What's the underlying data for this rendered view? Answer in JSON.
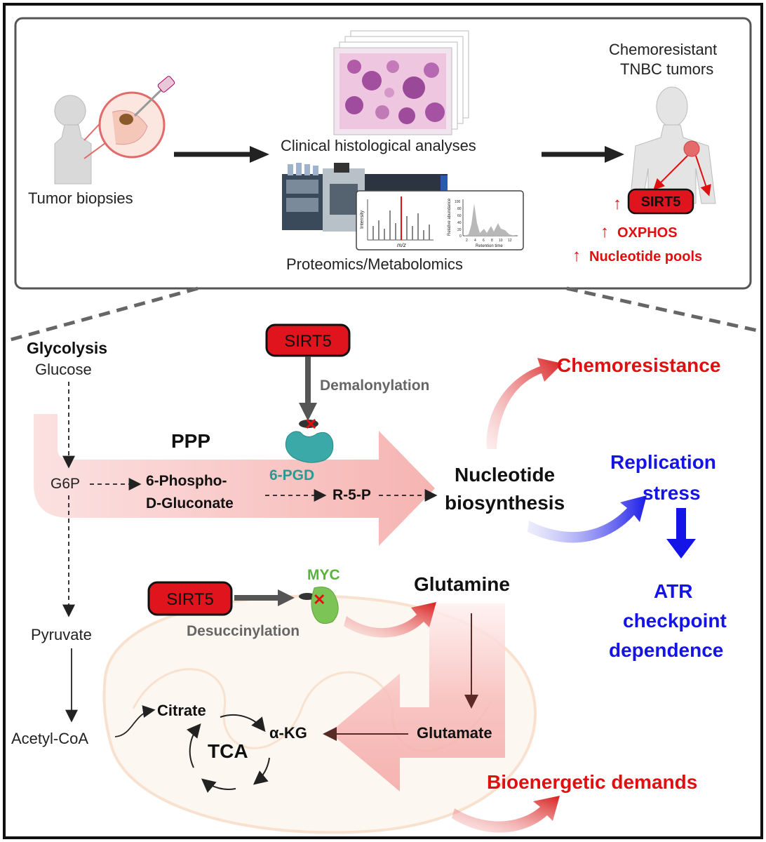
{
  "top_panel": {
    "tumor_biopsies": "Tumor biopsies",
    "clinical_histology": "Clinical histological analyses",
    "proteomics": "Proteomics/Metabolomics",
    "chemoresistant_line1": "Chemoresistant",
    "chemoresistant_line2": "TNBC tumors",
    "sirt5_badge": "SIRT5",
    "oxphos": "OXPHOS",
    "nucleotide_pools": "Nucleotide pools",
    "spectrum_xlabel": "m/z",
    "spectrum_ylabel": "Intensity",
    "chromatogram_xlabel": "Retention time",
    "chromatogram_ylabel": "Relative abundance",
    "chromatogram_yticks": [
      "100",
      "80",
      "60",
      "40",
      "20",
      "0"
    ],
    "chromatogram_xticks": [
      "2",
      "4",
      "6",
      "8",
      "10",
      "12"
    ]
  },
  "pathway": {
    "glycolysis": "Glycolysis",
    "glucose": "Glucose",
    "g6p": "G6P",
    "sirt5_top": "SIRT5",
    "demalonylation": "Demalonylation",
    "ppp": "PPP",
    "phosphogluconate_line1": "6-Phospho-",
    "phosphogluconate_line2": "D-Gluconate",
    "pgd": "6-PGD",
    "r5p": "R-5-P",
    "nucleotide_line1": "Nucleotide",
    "nucleotide_line2": "biosynthesis",
    "chemoresistance": "Chemoresistance",
    "replication_line1": "Replication",
    "replication_line2": "stress",
    "atr_line1": "ATR",
    "atr_line2": "checkpoint",
    "atr_line3": "dependence",
    "sirt5_bottom": "SIRT5",
    "desuccinylation": "Desuccinylation",
    "myc": "MYC",
    "glutamine": "Glutamine",
    "pyruvate": "Pyruvate",
    "acetyl_coa": "Acetyl-CoA",
    "citrate": "Citrate",
    "akg": "α-KG",
    "tca": "TCA",
    "glutamate": "Glutamate",
    "bioenergetic": "Bioenergetic demands"
  },
  "colors": {
    "red": "#e01010",
    "blue": "#1414e6",
    "sirt5_fill": "#e0141c",
    "pgd_teal": "#2a9a96",
    "myc_green": "#59b33a",
    "pink_arrow": "#f6b6b3"
  }
}
